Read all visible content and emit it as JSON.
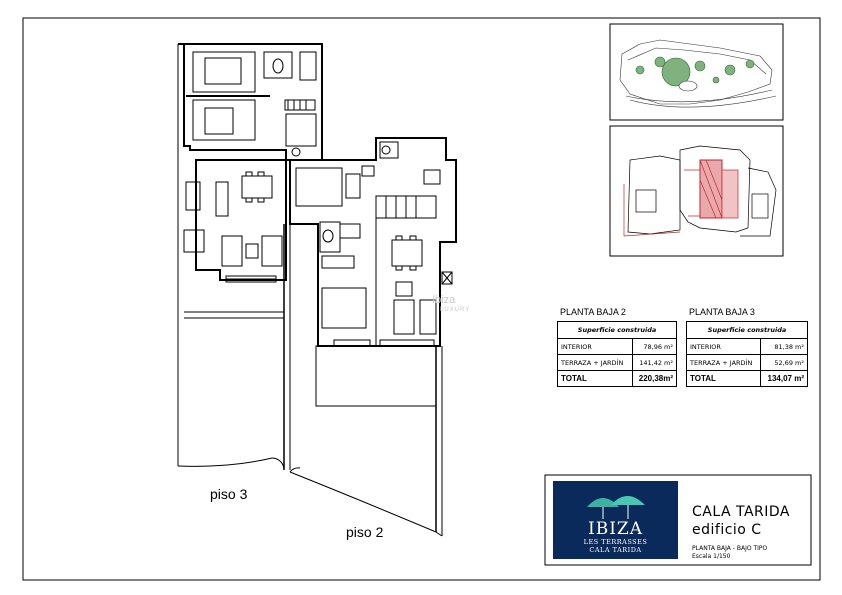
{
  "labels": {
    "piso3": "piso 3",
    "piso2": "piso 2"
  },
  "watermark": {
    "text": "Ibiza",
    "subtext": "LUXURY"
  },
  "table_baja2": {
    "title": "PLANTA BAJA 2",
    "header": "Superficie construida",
    "rows": [
      {
        "label": "INTERIOR",
        "value": "78,96 m²"
      },
      {
        "label": "TERRAZA + JARDÍN",
        "value": "141,42 m²"
      },
      {
        "label": "TOTAL",
        "value": "220,38m²"
      }
    ]
  },
  "table_baja3": {
    "title": "PLANTA BAJA 3",
    "header": "Superficie construida",
    "rows": [
      {
        "label": "INTERIOR",
        "value": "81,38 m²"
      },
      {
        "label": "TERRAZA + JARDÍN",
        "value": "52,69 m²"
      },
      {
        "label": "TOTAL",
        "value": "134,07 m²"
      }
    ]
  },
  "logo": {
    "main": "IBIZA",
    "line1": "LES TERRASSES",
    "line2": "CALA TARIDA"
  },
  "project": {
    "name": "CALA TARIDA",
    "building": "edificio C",
    "floor": "PLANTA BAJA - BAJO TIPO",
    "scale": "Escala 1/150"
  },
  "colors": {
    "line": "#000000",
    "highlight": "#c0282d",
    "logo_bg": "#0b2a5c",
    "site_green": "#7fb27f"
  }
}
